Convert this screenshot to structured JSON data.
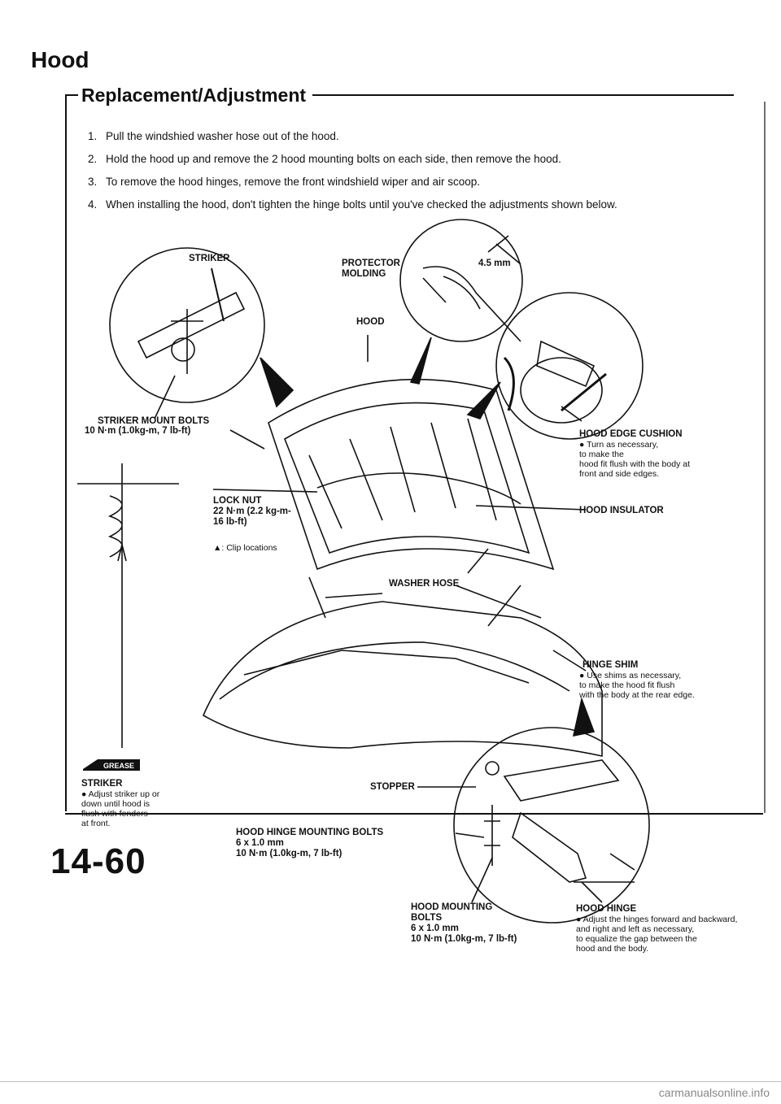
{
  "title": "Hood",
  "section": "Replacement/Adjustment",
  "steps": [
    {
      "num": "1.",
      "text": "Pull the windshied washer hose out of the hood."
    },
    {
      "num": "2.",
      "text": "Hold the hood up and remove the 2 hood mounting bolts on each side, then remove the hood."
    },
    {
      "num": "3.",
      "text": "To remove the hood hinges, remove the front windshield wiper and air scoop."
    },
    {
      "num": "4.",
      "text": "When installing the hood, don't tighten the hinge bolts until you've checked the adjustments shown below."
    }
  ],
  "labels": {
    "striker_top": "STRIKER",
    "protector_molding": "PROTECTOR\nMOLDING",
    "dim": "4.5 mm",
    "hood": "HOOD",
    "striker_mount_bolts": "STRIKER MOUNT BOLTS",
    "striker_mount_torque": "10 N·m (1.0kg-m, 7 lb-ft)",
    "hood_edge_cushion": "HOOD EDGE CUSHION",
    "hood_edge_note": "● Turn as necessary,\nto make the\nhood fit flush with the body at\nfront and side edges.",
    "lock_nut": "LOCK NUT",
    "lock_nut_torque": "22 N·m (2.2 kg-m-\n16 lb-ft)",
    "hood_insulator": "HOOD INSULATOR",
    "clip_locations": "▲: Clip locations",
    "washer_hose": "WASHER HOSE",
    "hinge_shim": "HINGE SHIM",
    "hinge_shim_note": "● Use shims as necessary,\nto make the hood fit flush\nwith the body at the rear edge.",
    "grease": "GREASE",
    "striker": "STRIKER",
    "striker_note": "● Adjust striker up or\ndown until hood is\nflush with fenders\nat front.",
    "stopper": "STOPPER",
    "hinge_mount_bolts": "HOOD HINGE MOUNTING BOLTS",
    "hinge_mount_spec": "6 x 1.0 mm\n10 N·m (1.0kg-m, 7 lb-ft)",
    "hood_mounting_bolts": "HOOD MOUNTING\nBOLTS\n6 x 1.0 mm\n10 N·m (1.0kg-m, 7 lb-ft)",
    "hood_hinge": "HOOD HINGE",
    "hood_hinge_note": "● Adjust the hinges forward and backward,\nand right and left as necessary,\nto equalize the gap between the\nhood and the body."
  },
  "page_number": "14-60",
  "footer": "carmanualsonline.info"
}
